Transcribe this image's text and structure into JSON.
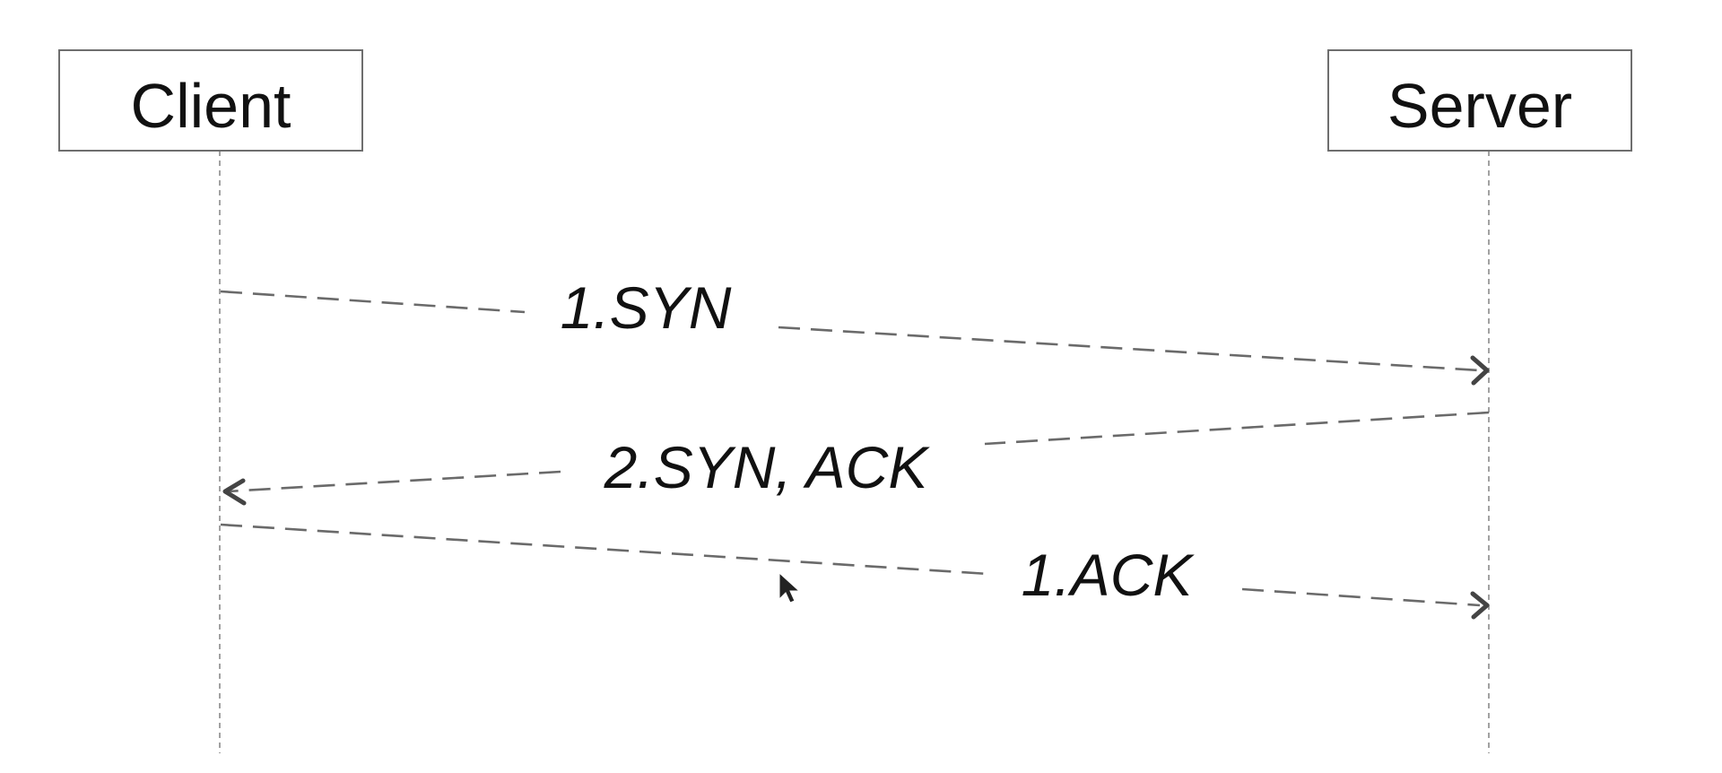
{
  "participants": {
    "client": {
      "label": "Client"
    },
    "server": {
      "label": "Server"
    }
  },
  "messages": [
    {
      "id": "m1",
      "label": "1.SYN",
      "from": "client",
      "to": "server"
    },
    {
      "id": "m2",
      "label": "2.SYN, ACK",
      "from": "server",
      "to": "client"
    },
    {
      "id": "m3",
      "label": "1.ACK",
      "from": "client",
      "to": "server"
    }
  ],
  "colors": {
    "text": "#111111",
    "box_border": "#6e6e6e",
    "lifeline": "#8a8a8a",
    "message_line": "#6a6a6a",
    "arrow_head": "#444444"
  },
  "icons": {
    "pointer": "mouse-cursor-icon"
  }
}
